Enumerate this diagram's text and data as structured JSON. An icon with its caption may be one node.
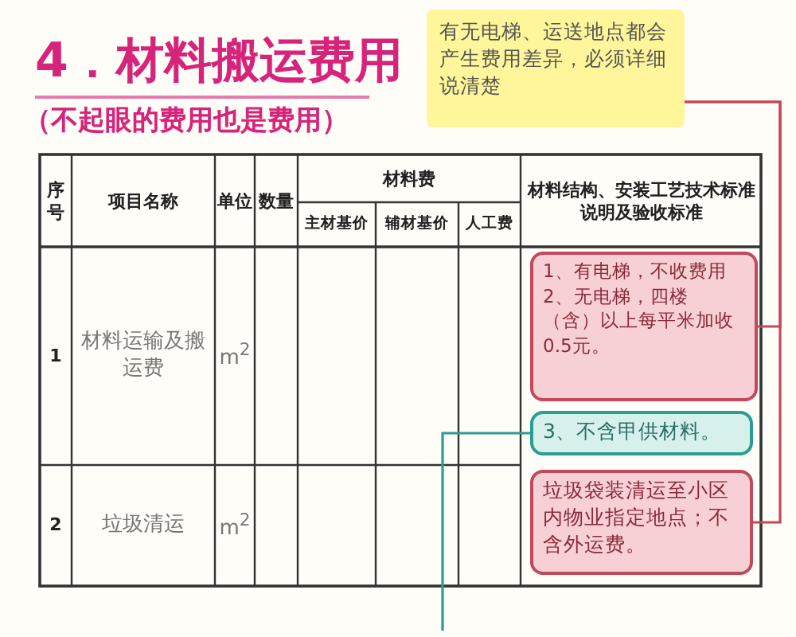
{
  "diagram": {
    "title": "4．材料搬运费用",
    "nodes": [
      {
        "text": [
          "有无电梯、运送地点都会产生费用差异，必须详细说清楚"
        ]
      },
      {
        "text": [
          "1、有电梯，不收费用",
          "2、无电梯，四楼（含）以上每平米加收0.5元。"
        ]
      },
      {
        "text": [
          "3、不含甲供材料。"
        ]
      },
      {
        "text": [
          "垃圾袋装清运至小区内物业指定地点；不含外运费。"
        ]
      }
    ],
    "edges": [
      {
        "from": 0,
        "to": 1,
        "arrow": "none"
      },
      {
        "from": 0,
        "to": 3,
        "arrow": "none"
      },
      {
        "from": 2,
        "to": null,
        "arrow": "none",
        "color": "#2a9d8f"
      }
    ],
    "labels": [
      "（不起眼的费用也是费用）",
      "序号",
      "项目名称",
      "单位",
      "数量",
      "材料费",
      "材料结构、安装工艺技术标准说明及验收标准",
      "主材基价",
      "辅材基价",
      "人工费",
      "1",
      "材料运输及搬运费",
      "m$^{2}$",
      "2",
      "垃圾清运",
      "m$^{2}$"
    ]
  }
}
